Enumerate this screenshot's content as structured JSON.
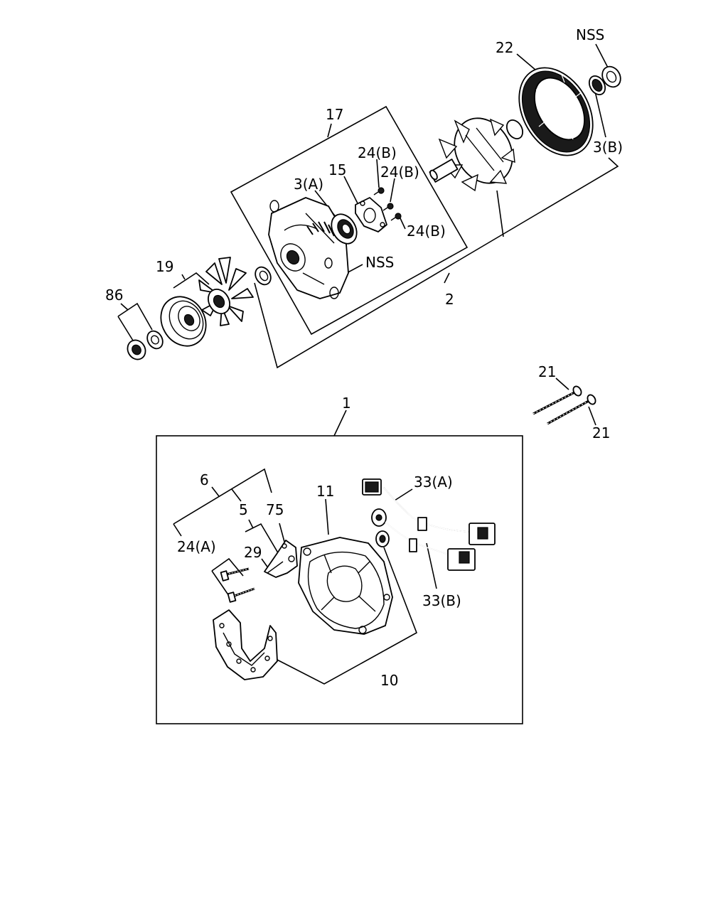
{
  "labels": {
    "l22": "22",
    "lNSSTop": "NSS",
    "l3B": "3(B)",
    "l17": "17",
    "l24B1": "24(B)",
    "l24B2": "24(B)",
    "l24B3": "24(B)",
    "l15": "15",
    "l3A": "3(A)",
    "lNSSMid": "NSS",
    "l19": "19",
    "l86": "86",
    "l2": "2",
    "l21a": "21",
    "l21b": "21",
    "l1": "1",
    "l6": "6",
    "l5": "5",
    "l75": "75",
    "l24A": "24(A)",
    "l29": "29",
    "l11": "11",
    "l33A": "33(A)",
    "l33B": "33(B)",
    "l10": "10"
  }
}
